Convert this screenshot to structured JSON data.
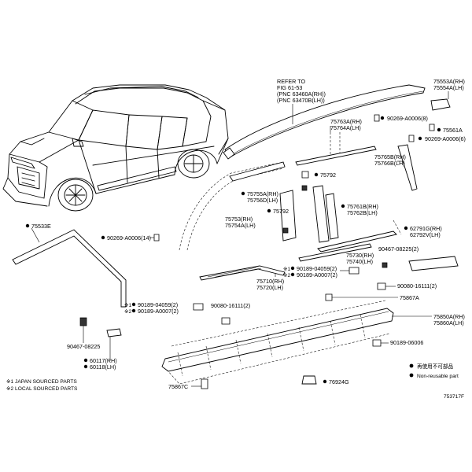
{
  "refer": {
    "line1": "REFER TO",
    "line2": "FIG 61-53",
    "line3": "(PNC 63460A(RH))",
    "line4": "(PNC 63470B(LH))"
  },
  "callouts": {
    "c75553": [
      "75553A(RH)",
      "75554A(LH)"
    ],
    "c90269_8": "90269-A0006(8)",
    "c75561": "75561A",
    "c90269_6": "90269-A0006(6)",
    "c75763": [
      "75763A(RH)",
      "75764A(LH)"
    ],
    "c75765": [
      "75765B(RH)",
      "75766B(LH)"
    ],
    "c75792a": "75792",
    "c75755": [
      "75755A(RH)",
      "75756D(LH)"
    ],
    "c75792b": "75792",
    "c75761": [
      "75761B(RH)",
      "75762B(LH)"
    ],
    "c75753": [
      "75753(RH)",
      "75754A(LH)"
    ],
    "c75533": "75533E",
    "c90269_14": "90269-A0006(14)",
    "c62791": [
      "62791G(RH)",
      "62792V(LH)"
    ],
    "c90467_2": "90467-08225(2)",
    "c75730": [
      "75730(RH)",
      "75740(LH)"
    ],
    "c90189_a": [
      "90189-04059(2)",
      "90189-A0007(2)"
    ],
    "c75710": [
      "75710(RH)",
      "75720(LH)"
    ],
    "c90080_1": "90080-16111(2)",
    "c75867a": "75867A",
    "c90189_b": [
      "90189-04059(2)",
      "90189-A0007(2)"
    ],
    "c90080_2": "90080-16111(2)",
    "c75850": [
      "75850A(RH)",
      "75860A(LH)"
    ],
    "c90467": "90467-08225",
    "c60117": [
      "60117(RH)",
      "60118(LH)"
    ],
    "c90189_06006": "90189-06006",
    "c75867c": "75867C",
    "c76924": "76924G"
  },
  "marks": {
    "m1": "※1",
    "m2": "※2",
    "m3": "※1",
    "m4": "※2"
  },
  "legend": {
    "line1": "再使用不可部品",
    "line2": "Non-reusable part"
  },
  "notes": {
    "note1": "※1 JAPAN SOURCED PARTS",
    "note2": "※2 LOCAL SOURCED PARTS"
  },
  "fig_id": "753717F"
}
